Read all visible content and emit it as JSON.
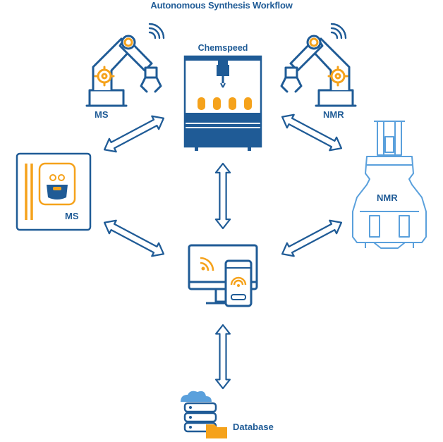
{
  "title": "Autonomous Synthesis Workflow",
  "labels": {
    "chemspeed": "Chemspeed",
    "robot_left": "MS",
    "robot_right": "NMR",
    "ms_instrument": "MS",
    "nmr_instrument": "NMR",
    "database": "Database"
  },
  "colors": {
    "primary_blue": "#1f5b96",
    "accent_orange": "#f5a21b",
    "light_blue": "#5aa0dc"
  },
  "icons": {
    "robot_left": "robot-arm-icon",
    "robot_right": "robot-arm-icon",
    "chemspeed": "synthesis-platform-icon",
    "ms_instrument": "mass-spectrometer-icon",
    "nmr_instrument": "nmr-spectrometer-icon",
    "computer": "computer-phone-wifi-icon",
    "database": "database-folder-icon"
  },
  "arrows": [
    {
      "from": "chemspeed",
      "to": "robot_left",
      "direction": "bidirectional"
    },
    {
      "from": "chemspeed",
      "to": "robot_right",
      "direction": "bidirectional"
    },
    {
      "from": "chemspeed",
      "to": "computer",
      "direction": "bidirectional"
    },
    {
      "from": "ms_instrument",
      "to": "computer",
      "direction": "bidirectional"
    },
    {
      "from": "nmr_instrument",
      "to": "computer",
      "direction": "bidirectional"
    },
    {
      "from": "computer",
      "to": "database",
      "direction": "bidirectional"
    }
  ]
}
